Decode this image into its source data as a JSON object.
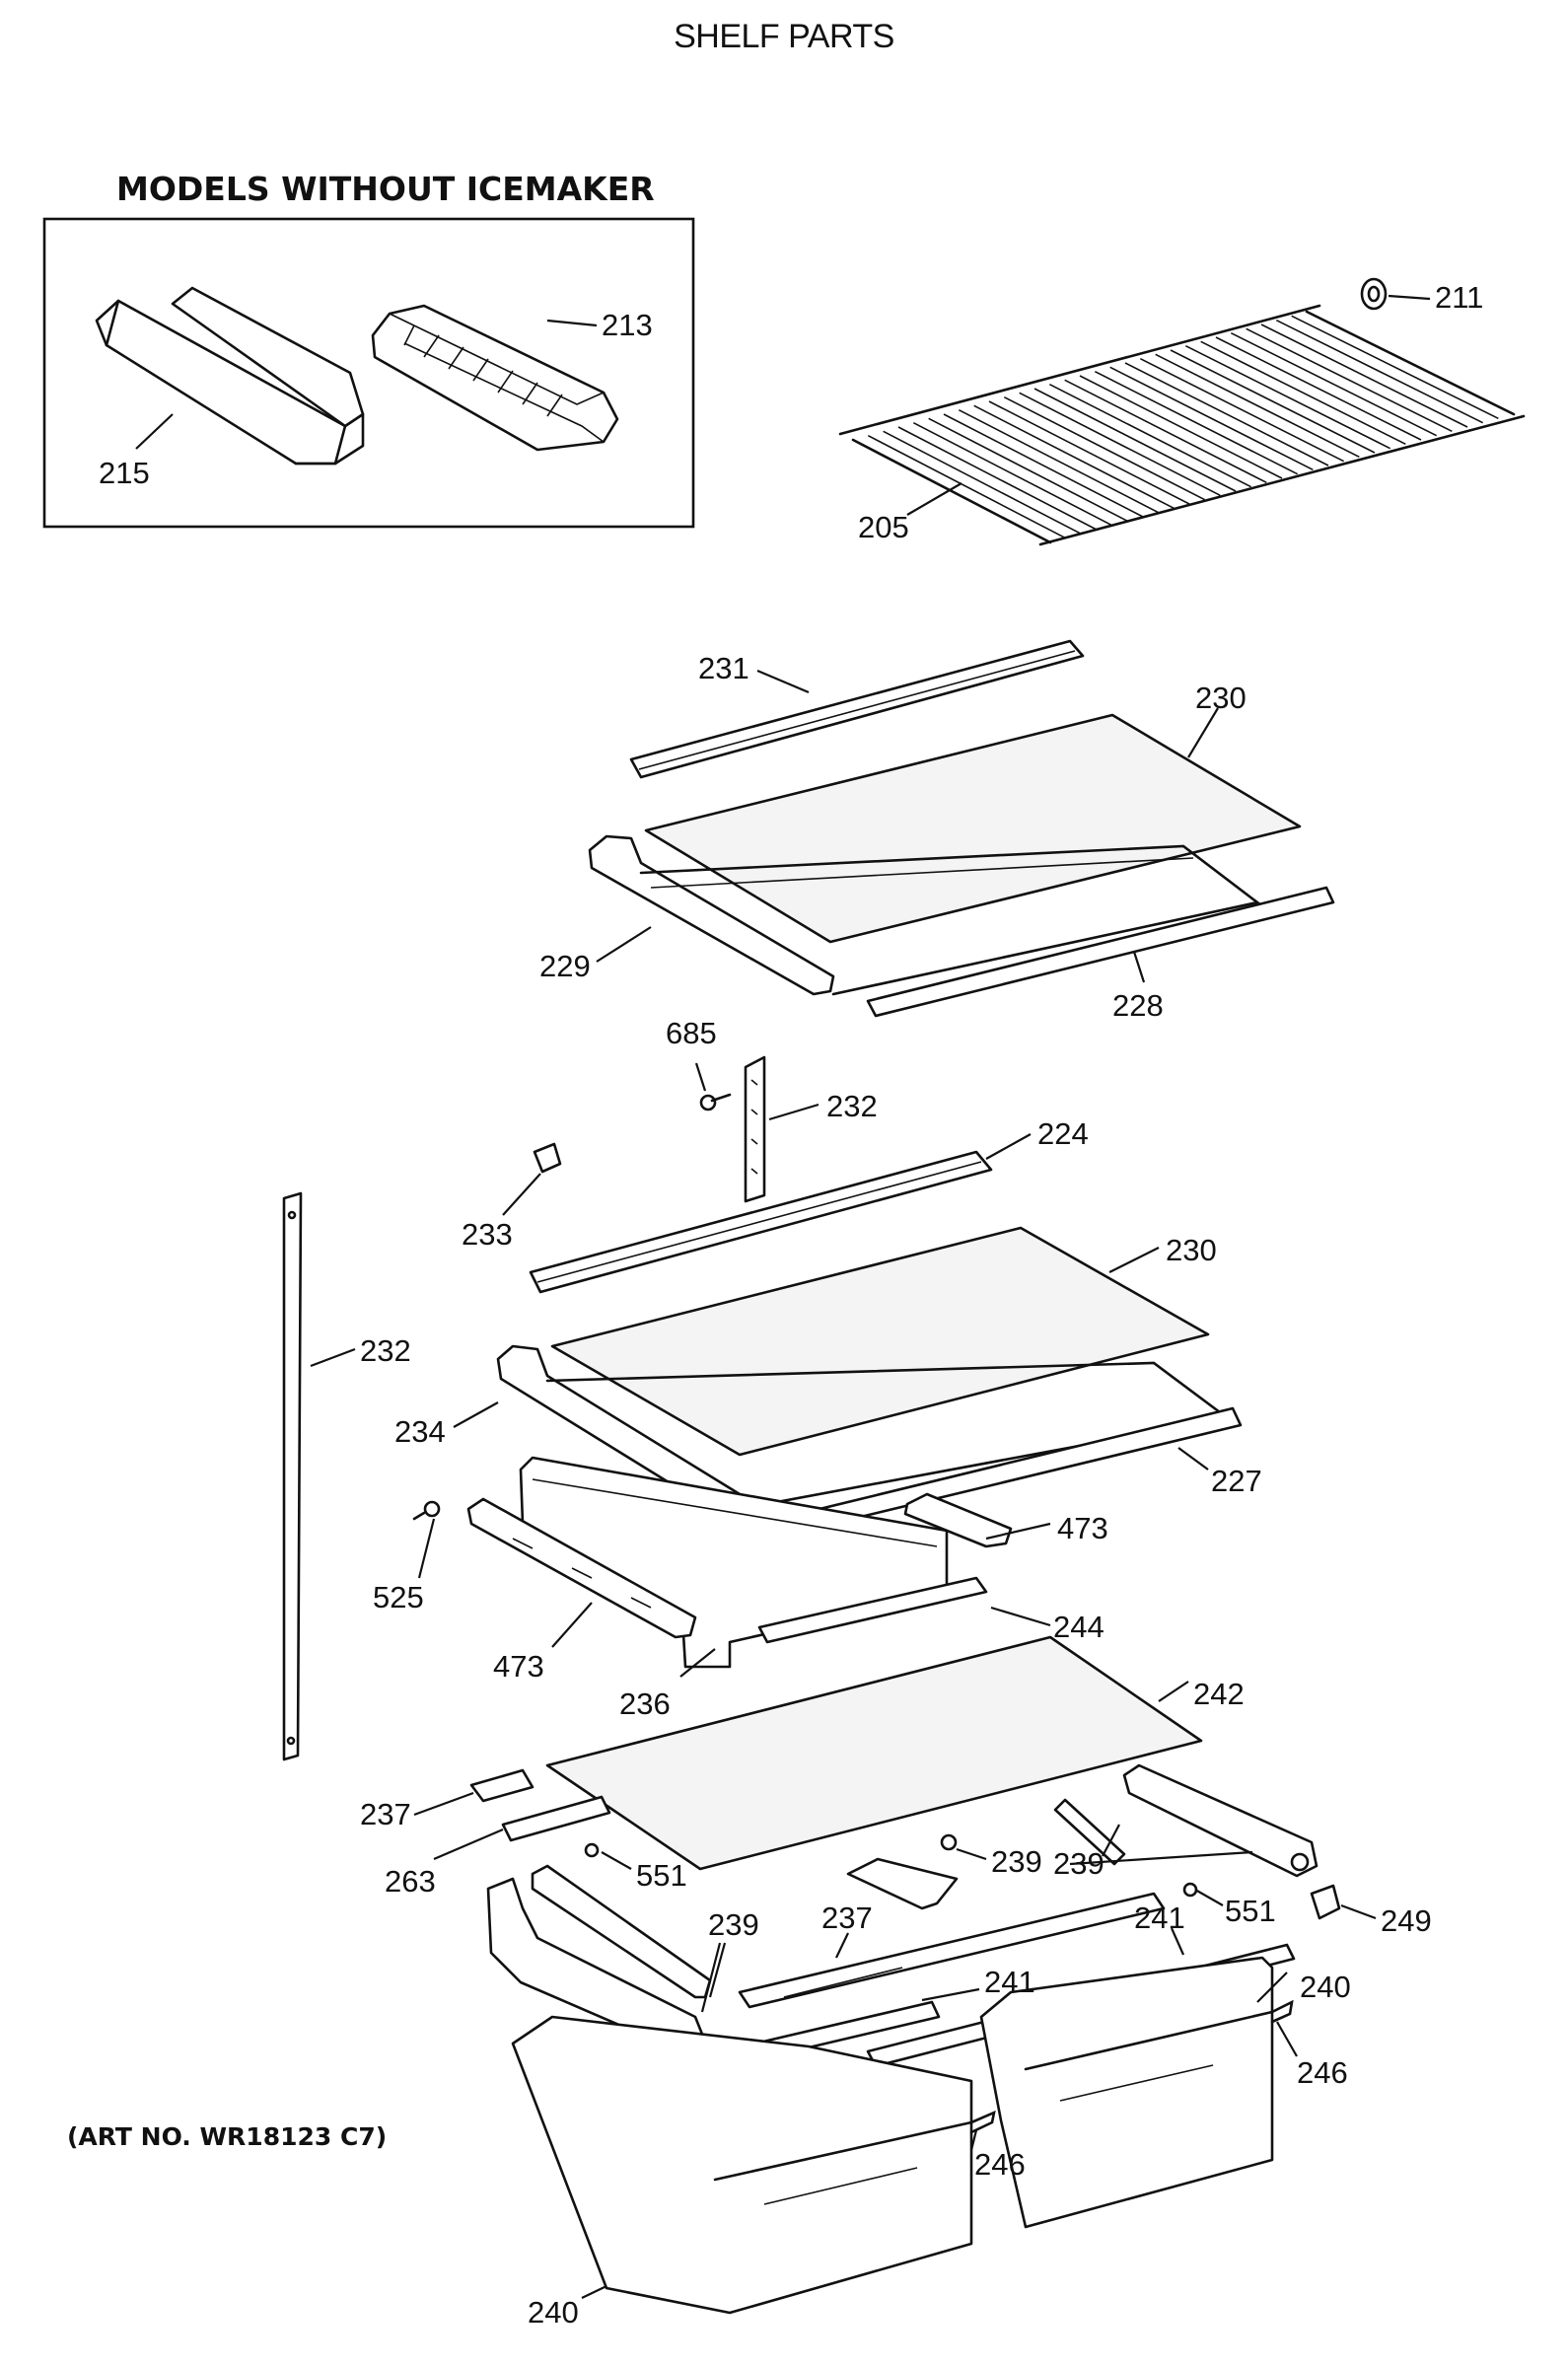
{
  "title": "SHELF PARTS",
  "subtitle": "MODELS WITHOUT ICEMAKER",
  "art_number": "(ART NO. WR18123 C7)",
  "callouts": {
    "c205": "205",
    "c211": "211",
    "c213": "213",
    "c215": "215",
    "c224": "224",
    "c227": "227",
    "c228": "228",
    "c229": "229",
    "c230a": "230",
    "c230b": "230",
    "c231": "231",
    "c232a": "232",
    "c232b": "232",
    "c233": "233",
    "c234": "234",
    "c236": "236",
    "c237a": "237",
    "c237b": "237",
    "c239a": "239",
    "c239b": "239",
    "c239c": "239",
    "c240a": "240",
    "c240b": "240",
    "c241a": "241",
    "c241b": "241",
    "c242": "242",
    "c244": "244",
    "c246a": "246",
    "c246b": "246",
    "c249": "249",
    "c263": "263",
    "c473a": "473",
    "c473b": "473",
    "c525": "525",
    "c551a": "551",
    "c551b": "551",
    "c685": "685"
  }
}
